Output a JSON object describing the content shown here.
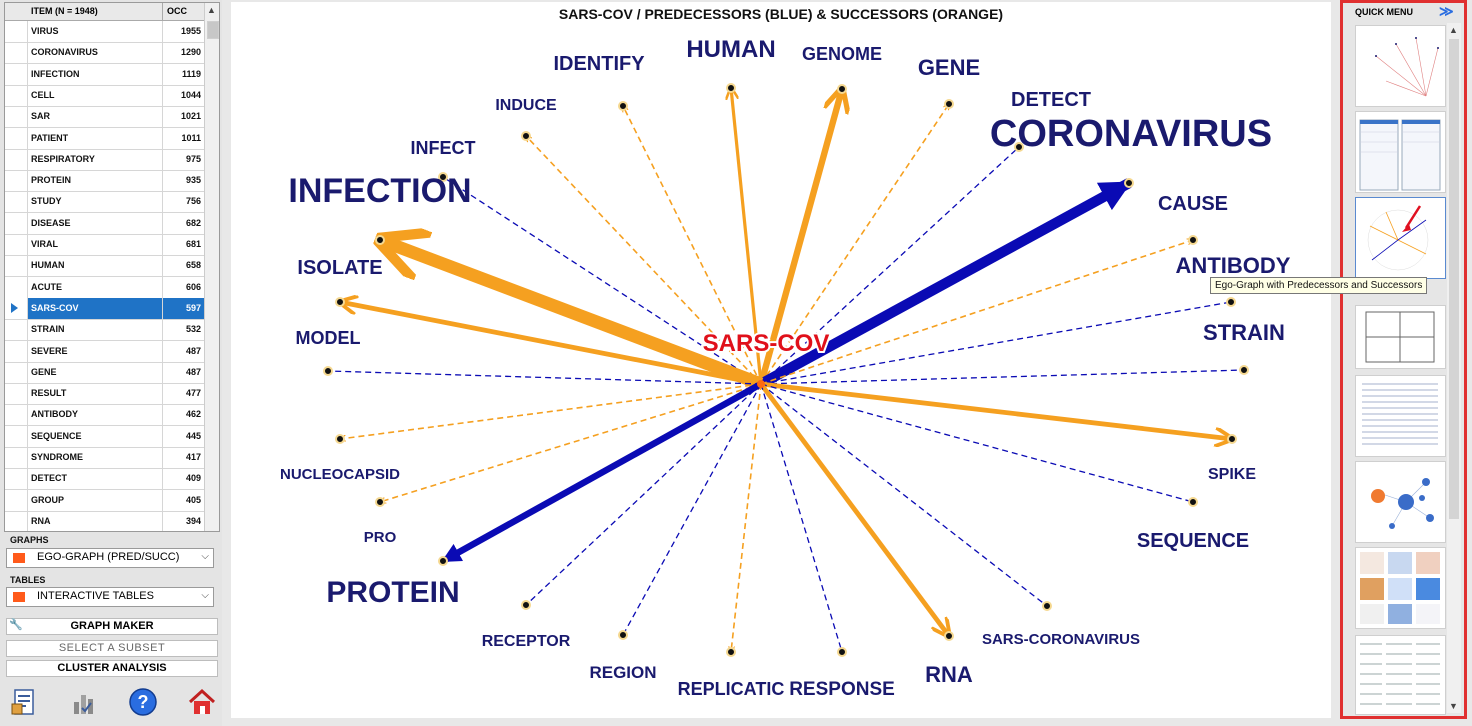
{
  "table": {
    "header_item": "ITEM (N =  1948)",
    "header_occ": "OCC",
    "rows": [
      {
        "name": "VIRUS",
        "occ": "1955"
      },
      {
        "name": "CORONAVIRUS",
        "occ": "1290"
      },
      {
        "name": "INFECTION",
        "occ": "1119"
      },
      {
        "name": "CELL",
        "occ": "1044"
      },
      {
        "name": "SAR",
        "occ": "1021"
      },
      {
        "name": "PATIENT",
        "occ": "1011"
      },
      {
        "name": "RESPIRATORY",
        "occ": "975"
      },
      {
        "name": "PROTEIN",
        "occ": "935"
      },
      {
        "name": "STUDY",
        "occ": "756"
      },
      {
        "name": "DISEASE",
        "occ": "682"
      },
      {
        "name": "VIRAL",
        "occ": "681"
      },
      {
        "name": "HUMAN",
        "occ": "658"
      },
      {
        "name": "ACUTE",
        "occ": "606"
      },
      {
        "name": "SARS-COV",
        "occ": "597"
      },
      {
        "name": "STRAIN",
        "occ": "532"
      },
      {
        "name": "SEVERE",
        "occ": "487"
      },
      {
        "name": "GENE",
        "occ": "487"
      },
      {
        "name": "RESULT",
        "occ": "477"
      },
      {
        "name": "ANTIBODY",
        "occ": "462"
      },
      {
        "name": "SEQUENCE",
        "occ": "445"
      },
      {
        "name": "SYNDROME",
        "occ": "417"
      },
      {
        "name": "DETECT",
        "occ": "409"
      },
      {
        "name": "GROUP",
        "occ": "405"
      },
      {
        "name": "RNA",
        "occ": "394"
      }
    ],
    "selected_index": 13
  },
  "graphs": {
    "label": "GRAPHS",
    "value": "EGO-GRAPH (PRED/SUCC)"
  },
  "tables": {
    "label": "TABLES",
    "value": "INTERACTIVE TABLES"
  },
  "buttons": {
    "graph_maker": "GRAPH MAKER",
    "select_subset": "SELECT A SUBSET",
    "cluster_analysis": "CLUSTER ANALYSIS"
  },
  "toolbar_icons": [
    "document-icon",
    "chart-icon",
    "help-icon",
    "home-icon"
  ],
  "graph": {
    "title": "SARS-COV / PREDECESSORS (BLUE) & SUCCESSORS (ORANGE)",
    "center": "SARS-COV",
    "colors": {
      "predecessor": "#0a0ab4",
      "successor": "#f5a020",
      "label": "#1a1a6e",
      "center": "#e0101a"
    },
    "nodes": [
      {
        "label": "IDENTIFY",
        "dir": "succ",
        "weight": 1
      },
      {
        "label": "HUMAN",
        "dir": "succ",
        "weight": 2
      },
      {
        "label": "GENOME",
        "dir": "succ",
        "weight": 4
      },
      {
        "label": "GENE",
        "dir": "succ",
        "weight": 1
      },
      {
        "label": "INDUCE",
        "dir": "succ",
        "weight": 1
      },
      {
        "label": "DETECT",
        "dir": "pred",
        "weight": 1
      },
      {
        "label": "CORONAVIRUS",
        "dir": "pred",
        "weight": 8
      },
      {
        "label": "INFECT",
        "dir": "pred",
        "weight": 1
      },
      {
        "label": "INFECTION",
        "dir": "succ",
        "weight": 8
      },
      {
        "label": "CAUSE",
        "dir": "succ",
        "weight": 1
      },
      {
        "label": "ISOLATE",
        "dir": "succ",
        "weight": 3
      },
      {
        "label": "ANTIBODY",
        "dir": "pred",
        "weight": 1
      },
      {
        "label": "MODEL",
        "dir": "pred",
        "weight": 1
      },
      {
        "label": "STRAIN",
        "dir": "pred",
        "weight": 1
      },
      {
        "label": "NUCLEOCAPSID",
        "dir": "succ",
        "weight": 1
      },
      {
        "label": "SPIKE",
        "dir": "succ",
        "weight": 3
      },
      {
        "label": "PRO",
        "dir": "succ",
        "weight": 1
      },
      {
        "label": "SEQUENCE",
        "dir": "pred",
        "weight": 1
      },
      {
        "label": "PROTEIN",
        "dir": "pred",
        "weight": 5
      },
      {
        "label": "RECEPTOR",
        "dir": "pred",
        "weight": 1
      },
      {
        "label": "SARS-CORONAVIRUS",
        "dir": "pred",
        "weight": 1
      },
      {
        "label": "REGION",
        "dir": "pred",
        "weight": 1
      },
      {
        "label": "RNA",
        "dir": "succ",
        "weight": 3
      },
      {
        "label": "REPLICATIC",
        "dir": "succ",
        "weight": 1
      },
      {
        "label": "RESPONSE",
        "dir": "pred",
        "weight": 1
      }
    ]
  },
  "quick_menu": {
    "title": "QUICK MENU",
    "tooltip": "Ego-Graph with Predecessors and Successors"
  }
}
